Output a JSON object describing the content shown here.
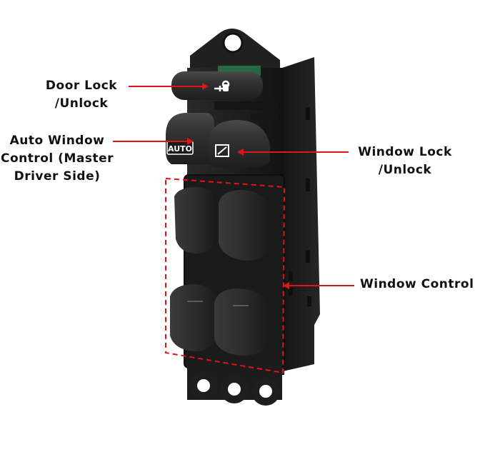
{
  "labels": {
    "door_lock": [
      "Door Lock",
      "/Unlock"
    ],
    "auto_window": [
      "Auto Window",
      "Control (Master",
      "Driver Side)"
    ],
    "window_lock": [
      "Window Lock",
      "/Unlock"
    ],
    "window_control": [
      "Window Control"
    ]
  },
  "switch_text": {
    "auto_button": "AUTO"
  },
  "colors": {
    "accent_red": "#e0141b",
    "switch_body": "#1c1c1c",
    "button": "#2e2e2e",
    "background": "#ffffff"
  },
  "icons": {
    "key": "key-icon",
    "window_lock": "window-lock-icon"
  }
}
